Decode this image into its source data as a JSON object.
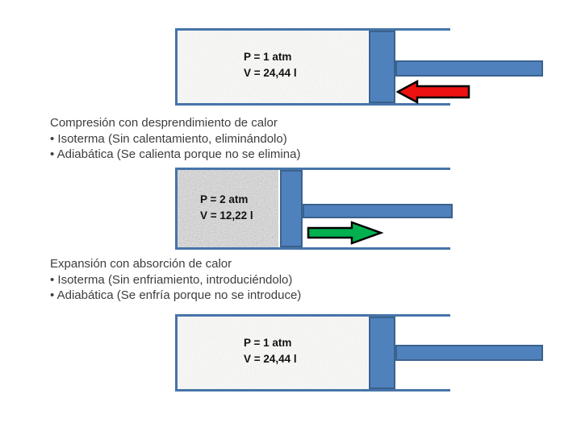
{
  "slide": {
    "diagrams": [
      {
        "name": "initial-state",
        "pressure": "P = 1 atm",
        "volume": "V = 24,44 l",
        "arrow": "red-arrow-left"
      },
      {
        "name": "compressed-state",
        "pressure": "P = 2 atm",
        "volume": "V = 12,22 l",
        "arrow": "green-arrow-right"
      },
      {
        "name": "final-state",
        "pressure": "P = 1 atm",
        "volume": "V = 24,44 l",
        "arrow": null
      }
    ],
    "captions": [
      {
        "title": "Compresión con desprendimiento de calor",
        "bullet1": "• Isoterma (Sin calentamiento, eliminándolo)",
        "bullet2": "• Adiabática (Se calienta porque no se elimina)"
      },
      {
        "title": "Expansión con absorción de calor",
        "bullet1": "• Isoterma (Sin enfriamiento, introduciéndolo)",
        "bullet2": "• Adiabática (Se enfría porque no se introduce)"
      }
    ],
    "colors": {
      "piston_blue": "#4f81bd",
      "blue_border": "#3b628d",
      "cylinder_border": "#4674a9",
      "arrow_red": "#ee1111",
      "arrow_green": "#00b050",
      "caption_text": "#3d3d3d",
      "label_text": "#111111"
    }
  }
}
